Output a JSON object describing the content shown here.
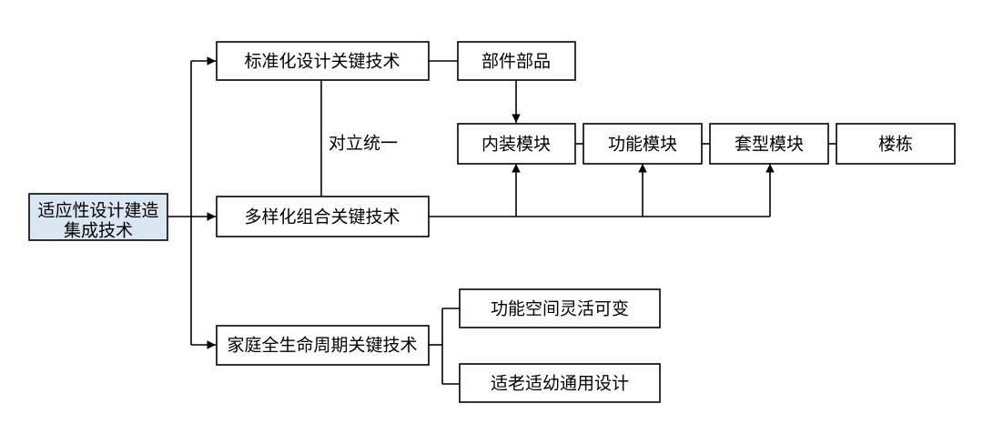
{
  "nodes": {
    "root_line1": "适应性设计建造",
    "root_line2": "集成技术",
    "standardization": "标准化设计关键技术",
    "diversified": "多样化组合关键技术",
    "lifecycle": "家庭全生命周期关键技术",
    "components": "部件部品",
    "interior_module": "内装模块",
    "function_module": "功能模块",
    "unit_type_module": "套型模块",
    "building": "楼栋",
    "flexible_space": "功能空间灵活可变",
    "age_friendly": "适老适幼通用设计"
  },
  "labels": {
    "unity_of_opposites": "对立统一"
  },
  "colors": {
    "root_fill": "#dbe6f3",
    "stroke": "#000000",
    "box_fill": "#ffffff"
  }
}
